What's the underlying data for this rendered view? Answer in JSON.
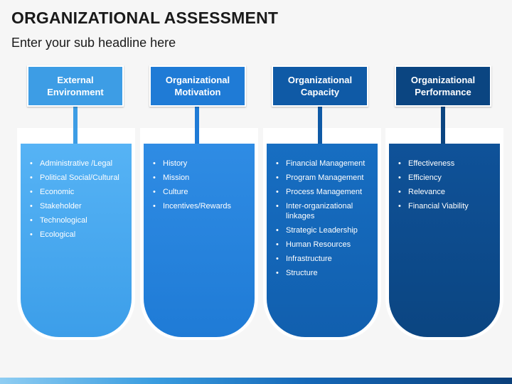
{
  "title": "ORGANIZATIONAL ASSESSMENT",
  "subtitle": "Enter your sub headline here",
  "colors": {
    "col1_header": "#3d9de5",
    "col1_fill": "#4aa9f2",
    "col2_header": "#1f7bd6",
    "col2_fill": "#2b86e1",
    "col3_header": "#0f5aa6",
    "col3_fill": "#146abc",
    "col4_header": "#0b4581",
    "col4_fill": "#0d4d8e"
  },
  "columns": [
    {
      "header": [
        "External",
        "Environment"
      ],
      "items": [
        "Administrative /Legal",
        "Political Social/Cultural",
        "Economic",
        "Stakeholder",
        "Technological",
        "Ecological"
      ]
    },
    {
      "header": [
        "Organizational",
        "Motivation"
      ],
      "items": [
        "History",
        "Mission",
        "Culture",
        "Incentives/Rewards"
      ]
    },
    {
      "header": [
        "Organizational",
        "Capacity"
      ],
      "items": [
        "Financial Management",
        "Program Management",
        "Process Management",
        "Inter-organizational linkages",
        "Strategic Leadership",
        "Human Resources",
        "Infrastructure",
        "Structure"
      ]
    },
    {
      "header": [
        "Organizational",
        "Performance"
      ],
      "items": [
        "Effectiveness",
        "Efficiency",
        "Relevance",
        "Financial Viability"
      ]
    }
  ]
}
